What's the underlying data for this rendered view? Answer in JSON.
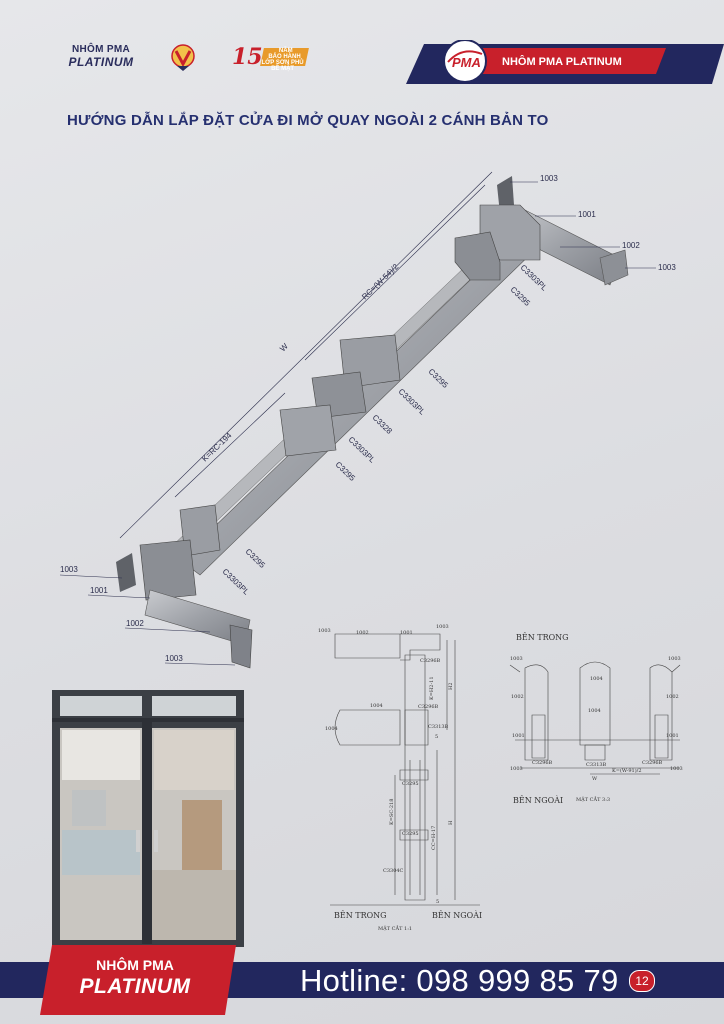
{
  "header": {
    "brand_line1": "NHÔM PMA",
    "brand_line2": "PLATINUM",
    "years_number": "15",
    "years_text1": "NĂM",
    "years_text2": "BẢO HÀNH",
    "years_text3": "LỚP SƠN PHỦ BỀ MẶT",
    "band_logo": "PMA",
    "band_text": "NHÔM PMA PLATINUM"
  },
  "title": "HƯỚNG DẪN LẮP ĐẶT CỬA ĐI MỞ QUAY NGOÀI 2 CÁNH BẢN TO",
  "axonometric": {
    "dim_w": "W",
    "dim_rc": "RC=(W-54)/2",
    "dim_k": "K=RC-194",
    "labels": [
      "1003",
      "1001",
      "1002",
      "1003",
      "C3303PL",
      "C3295",
      "C3295",
      "C3303PL",
      "C3328",
      "C3303PL",
      "C3295",
      "C3295",
      "C3303PL",
      "1003",
      "1001",
      "1002",
      "1003"
    ]
  },
  "vertical_section": {
    "labels": [
      "1003",
      "1002",
      "1001",
      "1003",
      "C3296B",
      "1004",
      "C3296B",
      "1004",
      "C3313B",
      "C3295",
      "C3295",
      "C3304C",
      "K=SC-218",
      "CC=H-17",
      "K=H2-11",
      "H2",
      "H",
      "5",
      "5"
    ],
    "side_left": "BÊN TRONG",
    "side_right": "BÊN NGOÀI",
    "caption": "MẶT CẮT 1:1"
  },
  "horizontal_section": {
    "side_top": "BÊN TRONG",
    "side_bottom": "BÊN NGOÀI",
    "caption": "MẶT CẮT 3:3",
    "labels": [
      "1003",
      "1003",
      "1004",
      "1002",
      "1004",
      "1002",
      "1001",
      "1001",
      "C3296B",
      "C3313B",
      "C3296B",
      "1003",
      "1003",
      "K=(W-91)/2",
      "W"
    ]
  },
  "footer": {
    "brand_line1": "NHÔM PMA",
    "brand_line2": "PLATINUM",
    "hotline": "Hotline: 098 999 85 79",
    "page_number": "12"
  },
  "colors": {
    "navy": "#22275e",
    "red": "#c8202b",
    "title": "#263070",
    "background": "#dfe0e4"
  }
}
